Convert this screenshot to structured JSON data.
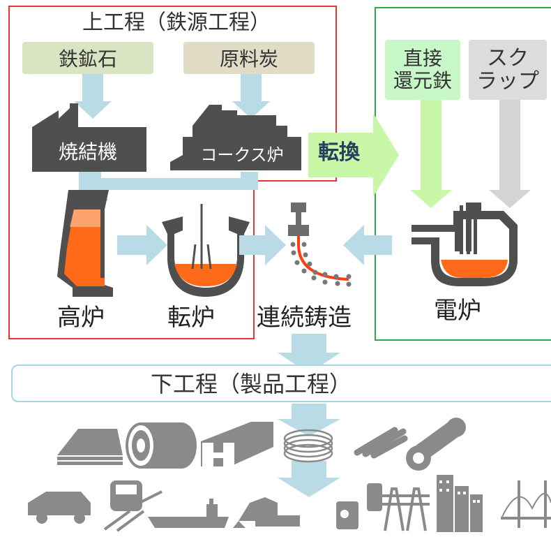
{
  "upstream": {
    "title": "上工程（鉄源工程）"
  },
  "inputs": {
    "iron_ore": "鉄鉱石",
    "coking_coal": "原料炭"
  },
  "plants": {
    "sinter": "焼結機",
    "coke_oven": "コークス炉"
  },
  "conversion": {
    "label": "転換"
  },
  "eaf_inputs": {
    "dri": "直接\n還元鉄",
    "scrap": "スク\nラップ"
  },
  "equipment": {
    "blast_furnace": "高炉",
    "converter": "転炉",
    "continuous_casting": "連続鋳造",
    "electric_furnace": "電炉"
  },
  "downstream": {
    "title": "下工程（製品工程）"
  },
  "colors": {
    "upstream_border": "#e53935",
    "eaf_border": "#2eaa4f",
    "flow_arrow": "#b8dbe6",
    "conversion_arrow": "#c8f7a8",
    "scrap_arrow": "#d4d4d4",
    "dark_machine": "#4f4f4f",
    "molten_metal": "#ff6a1a",
    "icon_gray": "#8a8a8a"
  },
  "product_icons": [
    "steel-plate-icon",
    "coil-icon",
    "h-beam-icon",
    "wire-coil-icon",
    "bars-icon",
    "pipe-icon"
  ],
  "application_icons": [
    "car-icon",
    "train-icon",
    "ship-icon",
    "excavator-icon",
    "appliance-icon",
    "power-tower-icon",
    "buildings-icon",
    "bridge-icon"
  ]
}
